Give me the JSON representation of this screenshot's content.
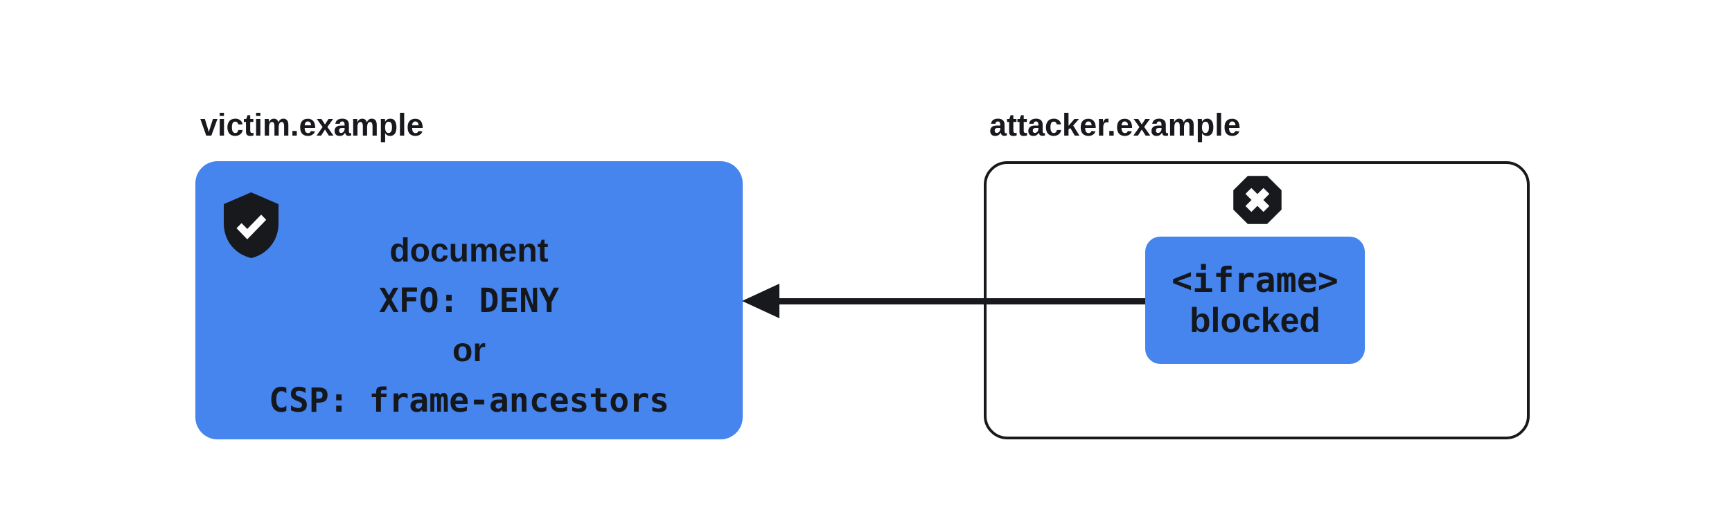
{
  "colors": {
    "blue": "#4684ee",
    "dark": "#17191d",
    "background": "#ffffff"
  },
  "victim": {
    "label": "victim.example",
    "icon": "shield-check-icon",
    "lines": [
      {
        "text": "document"
      },
      {
        "text": "XFO: DENY"
      },
      {
        "text": "or"
      },
      {
        "text": "CSP: frame-ancestors"
      }
    ]
  },
  "attacker": {
    "label": "attacker.example",
    "icon": "octagon-x-icon",
    "iframe_box": {
      "line1": "<iframe>",
      "line2": "blocked"
    }
  }
}
